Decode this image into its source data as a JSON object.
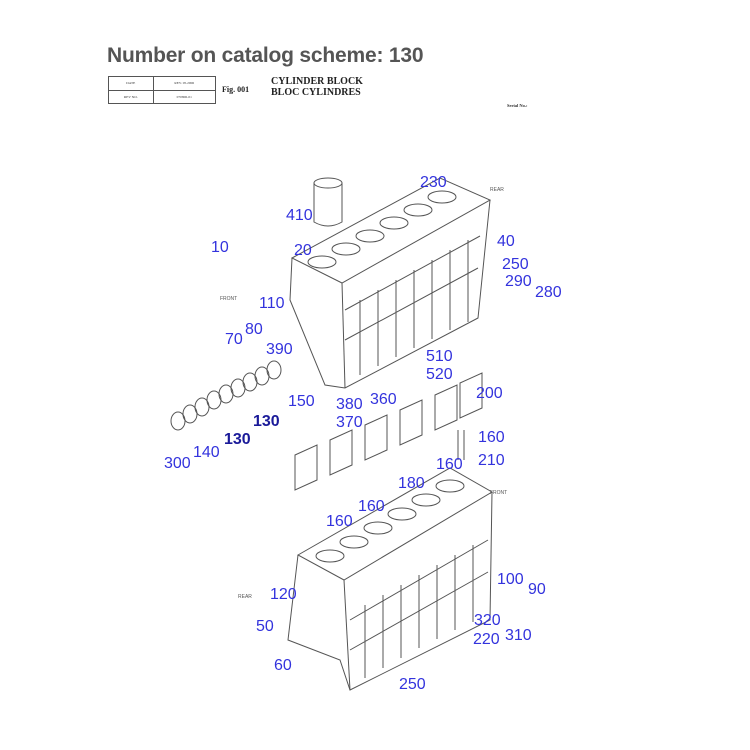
{
  "header": {
    "title": "Number on catalog scheme: 130",
    "table": [
      [
        "DATE",
        "REV. 05.2006"
      ],
      [
        "REV NO.",
        "070806-01"
      ]
    ],
    "fig_number": "Fig. 001",
    "fig_title_1": "CYLINDER BLOCK",
    "fig_title_2": "BLOC CYLINDRES",
    "serial": "Serial No.:"
  },
  "notes": {
    "rear_top": "REAR",
    "front_top": "FRONT",
    "front_bottom": "FRONT",
    "rear_bottom": "REAR"
  },
  "callouts": [
    "230",
    "410",
    "10",
    "20",
    "40",
    "250",
    "290",
    "280",
    "110",
    "70",
    "80",
    "390",
    "510",
    "520",
    "200",
    "150",
    "380",
    "360",
    "370",
    "130",
    "160",
    "300",
    "140",
    "130",
    "160",
    "210",
    "180",
    "160",
    "160",
    "120",
    "50",
    "60",
    "100",
    "90",
    "320",
    "310",
    "220",
    "250"
  ],
  "colors": {
    "callout": "#3333dd",
    "callout_dark": "#1a1a99",
    "line": "#555555"
  }
}
